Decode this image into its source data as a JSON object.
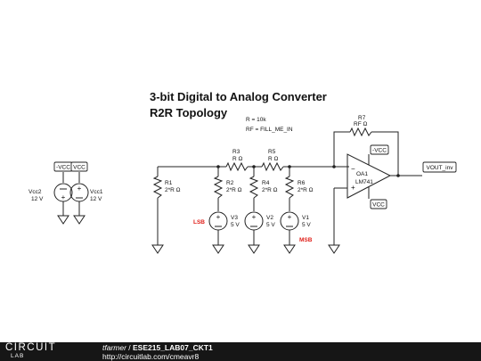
{
  "schematic": {
    "title_line1": "3-bit Digital to Analog Converter",
    "title_line2": "R2R Topology",
    "param_r": "R = 10k",
    "param_rf": "RF = FILL_ME_IN",
    "r1": {
      "name": "R1",
      "value": "2*R Ω"
    },
    "r2": {
      "name": "R2",
      "value": "2*R Ω"
    },
    "r3": {
      "name": "R3",
      "value": "R Ω"
    },
    "r4": {
      "name": "R4",
      "value": "2*R Ω"
    },
    "r5": {
      "name": "R5",
      "value": "R Ω"
    },
    "r6": {
      "name": "R6",
      "value": "2*R Ω"
    },
    "r7": {
      "name": "R7",
      "value": "RF Ω"
    },
    "v1": {
      "name": "V1",
      "value": "5 V"
    },
    "v2": {
      "name": "V2",
      "value": "5 V"
    },
    "v3": {
      "name": "V3",
      "value": "5 V"
    },
    "vcc1": {
      "name": "Vcc1",
      "value": "12 V",
      "tag": "VCC"
    },
    "vcc2": {
      "name": "Vcc2",
      "value": "12 V",
      "tag": "-VCC"
    },
    "opamp": {
      "name": "OA1",
      "model": "LM741",
      "tag_top": "-VCC",
      "tag_bottom": "VCC",
      "minus": "−",
      "plus": "+"
    },
    "vout": "VOUT_inv",
    "lsb": "LSB",
    "msb": "MSB"
  },
  "footer": {
    "logo_top": "CIRCUIT",
    "logo_bottom": "LAB",
    "user": "tfarmer",
    "separator": " / ",
    "project": "ESE215_LAB07_CKT1",
    "url": "http://circuitlab.com/cmeavr8"
  }
}
